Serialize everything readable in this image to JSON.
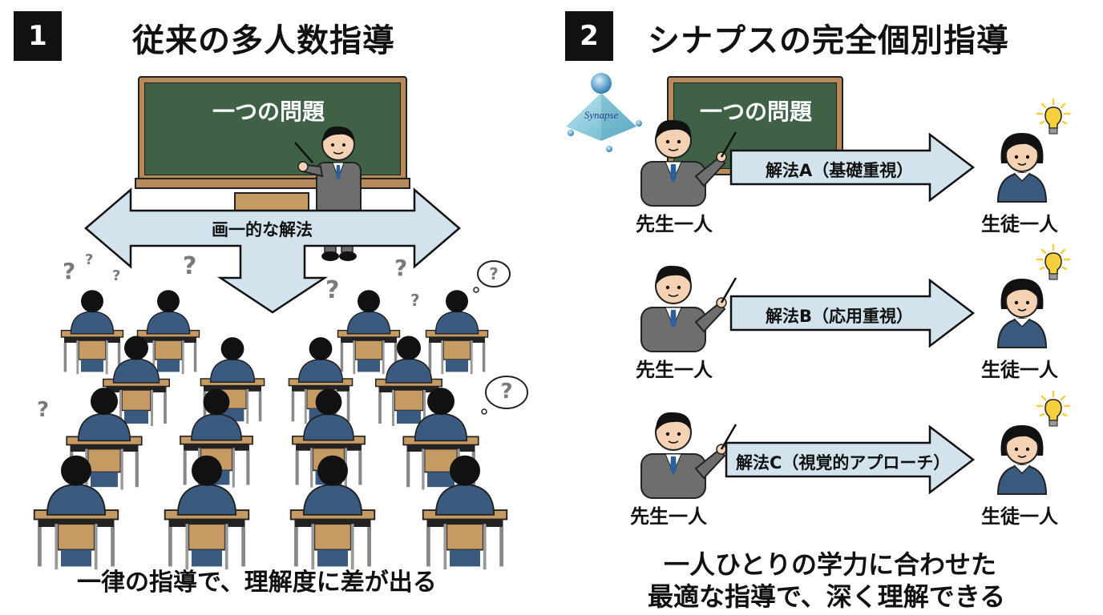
{
  "left": {
    "badge": "1",
    "title": "従来の多人数指導",
    "board_text": "一つの問題",
    "arrow_label": "画一的な解法",
    "question_mark": "?",
    "caption": "一律の指導で、理解度に差が出る"
  },
  "right": {
    "badge": "2",
    "title": "シナプスの完全個別指導",
    "logo_text": "Synapse",
    "board_text": "一つの問題",
    "rows": [
      {
        "teacher_label": "先生一人",
        "method": "解法A（基礎重視）",
        "student_label": "生徒一人"
      },
      {
        "teacher_label": "先生一人",
        "method": "解法B（応用重視）",
        "student_label": "生徒一人"
      },
      {
        "teacher_label": "先生一人",
        "method": "解法C（視覚的アプローチ）",
        "student_label": "生徒一人"
      }
    ],
    "caption_line1": "一人ひとりの学力に合わせた",
    "caption_line2": "最適な指導で、深く理解できる"
  },
  "colors": {
    "chalkboard": "#3f6247",
    "board_frame": "#b8895a",
    "arrow_fill": "#d3e3ee",
    "uniform": "#3a5a80",
    "suit": "#6e6e6e",
    "desk": "#c69a63",
    "question": "#7a7a7a",
    "bulb": "#f5cf3c"
  }
}
